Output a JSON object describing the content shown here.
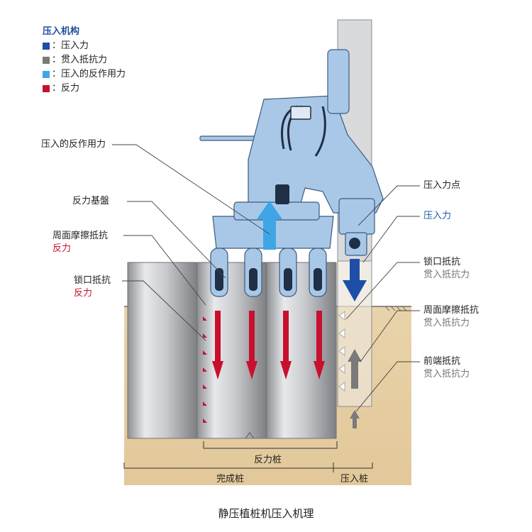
{
  "legend": {
    "title": "压入机构",
    "items": [
      {
        "label": "：压入力",
        "color": "#1d4fa8"
      },
      {
        "label": "：贯入抵抗力",
        "color": "#7a7a7a"
      },
      {
        "label": "：压入的反作用力",
        "color": "#3ea6e6"
      },
      {
        "label": "：反力",
        "color": "#c8102e"
      }
    ]
  },
  "left_labels": {
    "reaction_of_press": "压入的反作用力",
    "reaction_base": "反力基盤",
    "skin_friction": "周面摩擦抵抗",
    "skin_friction_sub": "反力",
    "interlock": "锁口抵抗",
    "interlock_sub": "反力"
  },
  "right_labels": {
    "press_point": "压入力点",
    "press_force": "压入力",
    "interlock": "锁口抵抗",
    "interlock_sub": "贯入抵抗力",
    "skin_friction": "周面摩擦抵抗",
    "skin_friction_sub": "贯入抵抗力",
    "tip": "前端抵抗",
    "tip_sub": "贯入抵抗力"
  },
  "brackets": {
    "reaction_piles": "反力桩",
    "completed_piles": "完成桩",
    "pressed_pile": "压入桩"
  },
  "caption": "静压植桩机压入机理",
  "colors": {
    "press": "#1d4fa8",
    "resistance": "#7a7a7a",
    "reaction_of_press": "#3ea6e6",
    "reaction": "#c8102e",
    "machine": "#a9c8e8",
    "soil": "#e6cfa4"
  }
}
